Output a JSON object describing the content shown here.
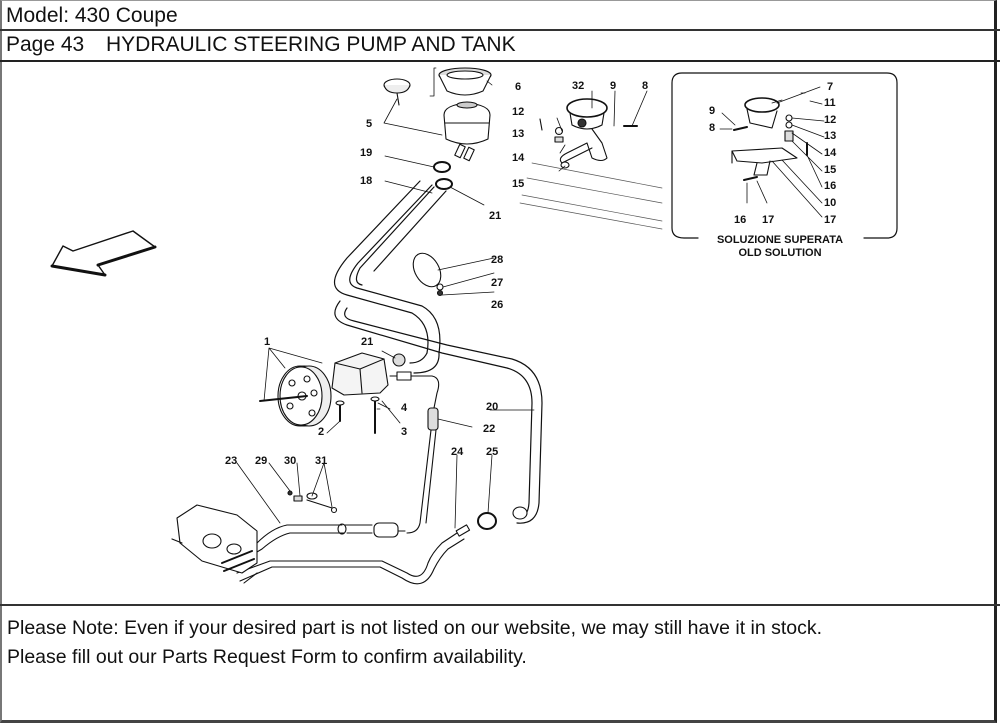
{
  "header": {
    "model_label": "Model: 430 Coupe",
    "page_number": "Page 43",
    "page_title": "HYDRAULIC STEERING PUMP AND TANK"
  },
  "diagram": {
    "direction_arrow": "arrow-front-left-icon",
    "inset": {
      "caption_line1": "SOLUZIONE SUPERATA",
      "caption_line2": "OLD SOLUTION",
      "callouts": [
        "7",
        "11",
        "12",
        "9",
        "8",
        "13",
        "14",
        "15",
        "16",
        "10",
        "17",
        "16",
        "17"
      ]
    },
    "callouts": {
      "c1": "1",
      "c2": "2",
      "c3": "3",
      "c4": "4",
      "c5": "5",
      "c6": "6",
      "c8": "8",
      "c9": "9",
      "c12": "12",
      "c13": "13",
      "c14": "14",
      "c15": "15",
      "c18": "18",
      "c19": "19",
      "c20": "20",
      "c21a": "21",
      "c21b": "21",
      "c22": "22",
      "c23": "23",
      "c24": "24",
      "c25": "25",
      "c26": "26",
      "c27": "27",
      "c28": "28",
      "c29": "29",
      "c30": "30",
      "c31": "31",
      "c32": "32"
    }
  },
  "note": {
    "line1": "Please Note: Even if your desired part is not listed on our website, we may still have it in stock.",
    "line2": "Please fill out our Parts Request Form to confirm availability."
  }
}
